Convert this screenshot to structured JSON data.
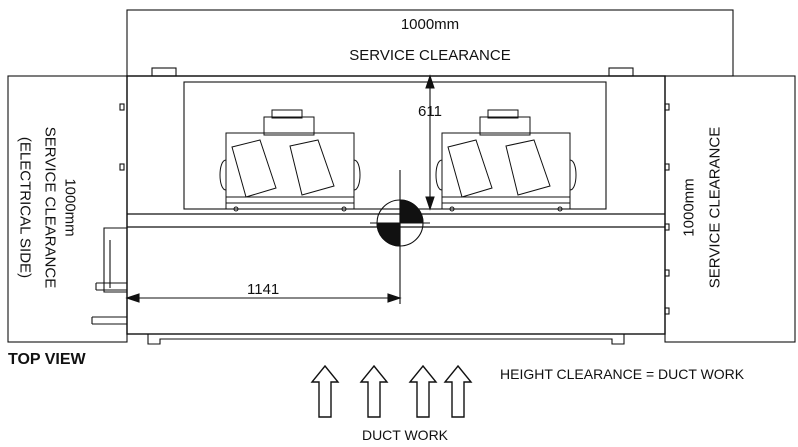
{
  "top_clearance": {
    "value": "1000mm",
    "label": "SERVICE CLEARANCE"
  },
  "left_clearance": {
    "value": "1000mm",
    "label": "SERVICE CLEARANCE",
    "sub": "(ELECTRICAL SIDE)"
  },
  "right_clearance": {
    "value": "1000mm",
    "label": "SERVICE CLEARANCE"
  },
  "dimensions": {
    "depth": "611",
    "center_offset": "1141"
  },
  "view_title": "TOP VIEW",
  "height_note": "HEIGHT CLEARANCE = DUCT WORK",
  "duct_label": "DUCT WORK",
  "colors": {
    "line": "#111111",
    "fill": "#ffffff"
  }
}
